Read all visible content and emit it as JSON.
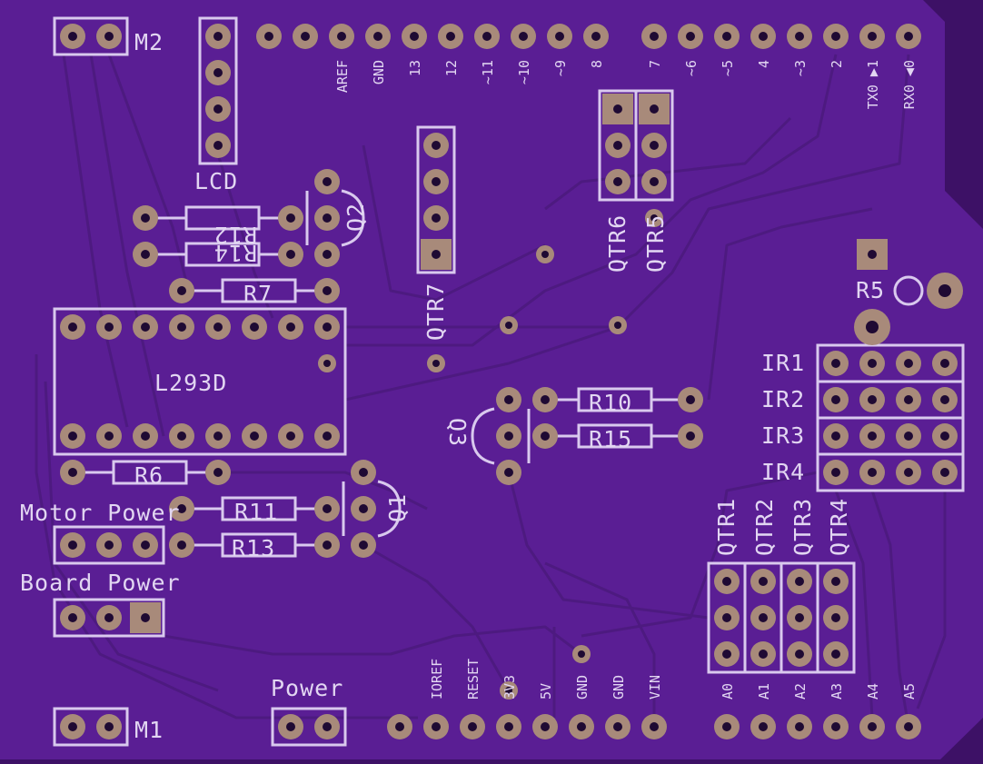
{
  "board": {
    "colors": {
      "background": "#3d1166",
      "board": "#5a1e94",
      "silkscreen": "#e2d6f2",
      "pad": "#a88a7a"
    },
    "labels": {
      "m2": "M2",
      "m1": "M1",
      "lcd": "LCD",
      "l293d": "L293D",
      "motor_power": "Motor Power",
      "board_power": "Board Power",
      "power": "Power",
      "q1": "Q1",
      "q2": "Q2",
      "q3": "Q3",
      "r5": "R5",
      "r6": "R6",
      "r7": "R7",
      "r10": "R10",
      "r11": "R11",
      "r12": "R12",
      "r13": "R13",
      "r14": "R14",
      "r15": "R15",
      "ir1": "IR1",
      "ir2": "IR2",
      "ir3": "IR3",
      "ir4": "IR4",
      "qtr1": "QTR1",
      "qtr2": "QTR2",
      "qtr3": "QTR3",
      "qtr4": "QTR4",
      "qtr5": "QTR5",
      "qtr6": "QTR6",
      "qtr7": "QTR7"
    },
    "top_header_labels": [
      "AREF",
      "GND",
      "13",
      "12",
      "~11",
      "~10",
      "~9",
      "8",
      "7",
      "~6",
      "~5",
      "4",
      "~3",
      "2",
      "TX0 ▶1",
      "RX0 ◀0"
    ],
    "bottom_header_labels": [
      "IOREF",
      "RESET",
      "3V3",
      "5V",
      "GND",
      "GND",
      "VIN",
      "A0",
      "A1",
      "A2",
      "A3",
      "A4",
      "A5"
    ]
  }
}
